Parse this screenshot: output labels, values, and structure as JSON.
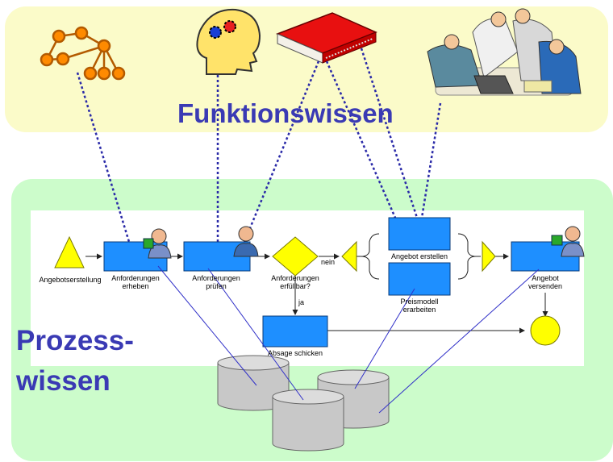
{
  "headings": {
    "function_knowledge": "Funktionswissen",
    "process_knowledge_line1": "Prozess-",
    "process_knowledge_line2": "wissen"
  },
  "process": {
    "start_event": "Angebotserstellung",
    "task_collect": [
      "Anforderungen",
      "erheben"
    ],
    "task_check": [
      "Anforderungen",
      "prüfen"
    ],
    "decision": [
      "Anforderungen",
      "erfüllbar?"
    ],
    "branch_no": "nein",
    "branch_yes": "ja",
    "task_offer": "Angebot erstellen",
    "task_price": [
      "Preismodell",
      "erarbeiten"
    ],
    "task_send": [
      "Angebot",
      "versenden"
    ],
    "task_reject": "Absage schicken"
  },
  "colors": {
    "function_zone": "#fbfbc9",
    "process_zone": "#ccfccb",
    "heading": "#3a3ab4",
    "task": "#1e8fff",
    "event": "#ffff00",
    "dotted_link": "#2a2aa8",
    "data_link": "#3030c8",
    "database": "#c8c8c8"
  },
  "icons": [
    "org-tree-icon",
    "brain-gears-icon",
    "book-icon",
    "team-meeting-icon",
    "person-icon",
    "database-icon"
  ]
}
